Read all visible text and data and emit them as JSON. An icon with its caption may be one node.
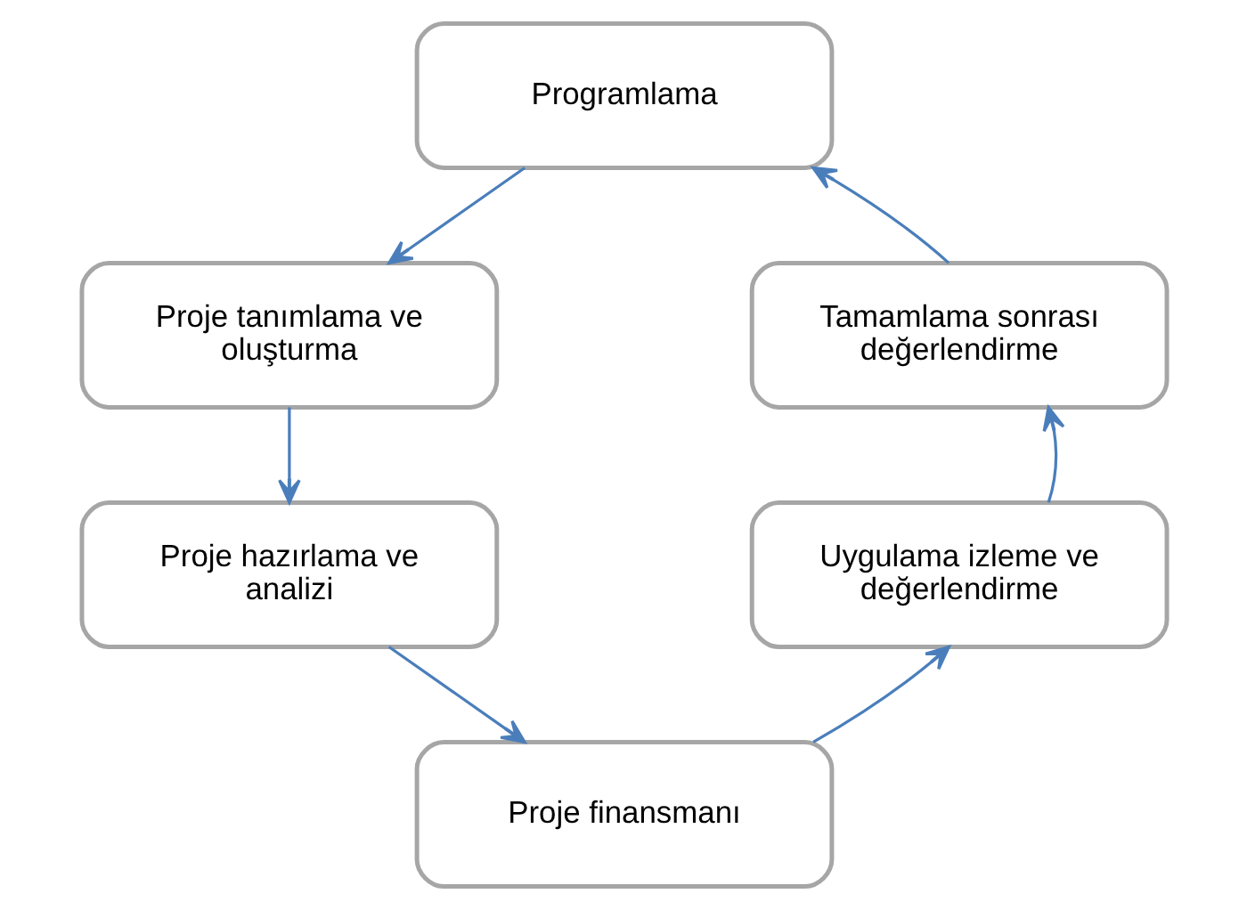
{
  "diagram": {
    "nodes": [
      {
        "text": [
          "Programlama"
        ]
      },
      {
        "text": [
          "Proje tanımlama ve oluşturma"
        ]
      },
      {
        "text": [
          "Proje hazırlama ve analizi"
        ]
      },
      {
        "text": [
          "Proje finansmanı"
        ]
      },
      {
        "text": [
          "Uygulama izleme ve değerlendirme"
        ]
      },
      {
        "text": [
          "Tamamlama sonrası değerlendirme"
        ]
      }
    ],
    "edges": [
      {
        "from": 0,
        "to": 1,
        "arrow": "to"
      },
      {
        "from": 1,
        "to": 2,
        "arrow": "to"
      },
      {
        "from": 2,
        "to": 3,
        "arrow": "to"
      },
      {
        "from": 3,
        "to": 4,
        "arrow": "to"
      },
      {
        "from": 4,
        "to": 5,
        "arrow": "to"
      },
      {
        "from": 5,
        "to": 0,
        "arrow": "to"
      }
    ]
  }
}
